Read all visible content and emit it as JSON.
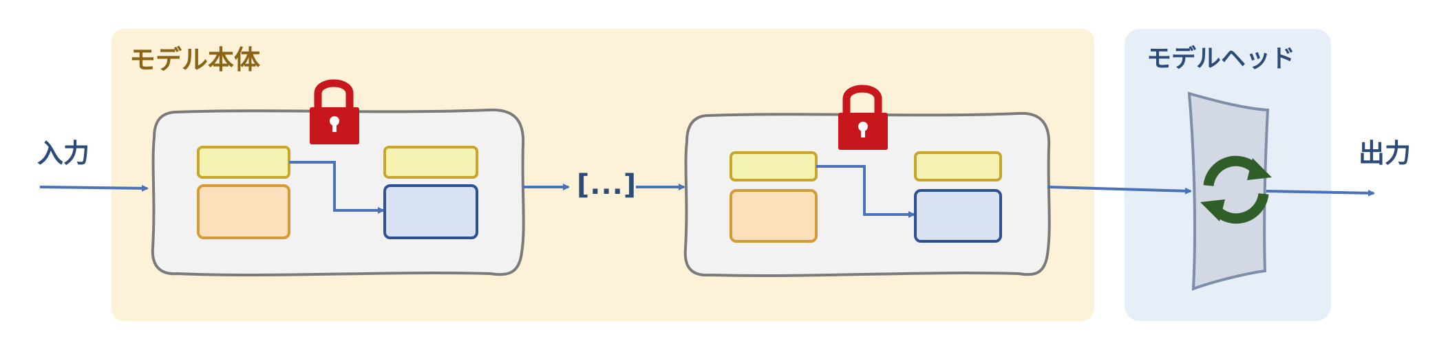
{
  "diagram": {
    "model_body_title": "モデル本体",
    "model_head_title": "モデルヘッド",
    "input_label": "入力",
    "output_label": "出力",
    "ellipsis_label": "[...]"
  },
  "colors": {
    "body_panel": "#fdf1d8",
    "head_panel": "#e6eef8",
    "block_fill": "#f2f2f2",
    "block_stroke": "#7a7a7a",
    "yellow_fill": "#f5f3b4",
    "yellow_stroke": "#c9a52a",
    "orange_fill": "#fce0bb",
    "orange_stroke": "#d49a35",
    "blue_fill": "#d9e2f3",
    "blue_stroke": "#2f4f94",
    "arrow": "#4a72b8",
    "lock": "#c8161d",
    "refresh": "#2f5e28"
  },
  "icons": [
    "lock-icon",
    "lock-icon",
    "refresh-icon"
  ]
}
